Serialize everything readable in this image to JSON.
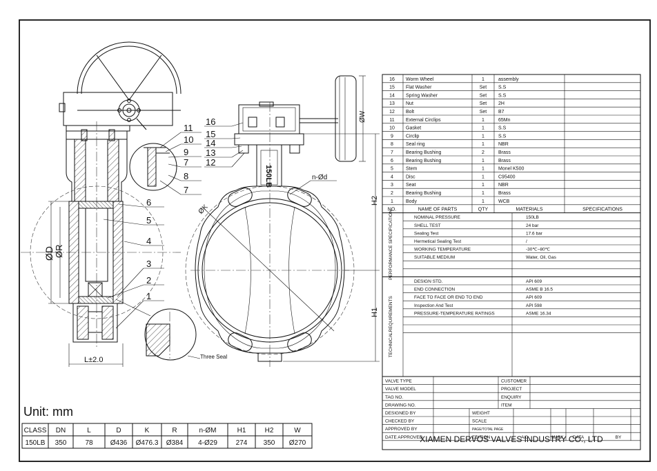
{
  "unit_label": "Unit: mm",
  "balloons": {
    "left": [
      "11",
      "10",
      "9",
      "7",
      "8",
      "7",
      "6",
      "5",
      "4",
      "3",
      "2",
      "1"
    ],
    "right": [
      "16",
      "15",
      "14",
      "13",
      "12"
    ]
  },
  "dims": {
    "d": "ØD",
    "r": "ØR",
    "l": "L±2.0",
    "k": "ØK",
    "nd": "n-Ød",
    "w": "ØW",
    "h1": "H1",
    "h2": "H2",
    "stem_mark": "150LB",
    "three_seal": "Three Seal"
  },
  "parts_header": [
    "NO.",
    "NAME OF PARTS",
    "QTY",
    "MATERIALS",
    "SPECIFICATIONS"
  ],
  "parts": [
    {
      "no": "16",
      "name": "Worm Wheel",
      "qty": "1",
      "mat": "assembly",
      "spec": ""
    },
    {
      "no": "15",
      "name": "Flat Washer",
      "qty": "Set",
      "mat": "S.S",
      "spec": ""
    },
    {
      "no": "14",
      "name": "Spring Washer",
      "qty": "Set",
      "mat": "S.S",
      "spec": ""
    },
    {
      "no": "13",
      "name": "Nut",
      "qty": "Set",
      "mat": "2H",
      "spec": ""
    },
    {
      "no": "12",
      "name": "Bolt",
      "qty": "Set",
      "mat": "B7",
      "spec": ""
    },
    {
      "no": "11",
      "name": "External Circlips",
      "qty": "1",
      "mat": "65Mn",
      "spec": ""
    },
    {
      "no": "10",
      "name": "Gasket",
      "qty": "1",
      "mat": "S.S",
      "spec": ""
    },
    {
      "no": "9",
      "name": "Circlip",
      "qty": "1",
      "mat": "S.S",
      "spec": ""
    },
    {
      "no": "8",
      "name": "Seal ring",
      "qty": "1",
      "mat": "NBR",
      "spec": ""
    },
    {
      "no": "7",
      "name": "Bearing Bushing",
      "qty": "2",
      "mat": "Brass",
      "spec": ""
    },
    {
      "no": "6",
      "name": "Bearing Bushing",
      "qty": "1",
      "mat": "Brass",
      "spec": ""
    },
    {
      "no": "5",
      "name": "Stem",
      "qty": "1",
      "mat": "Monel K500",
      "spec": ""
    },
    {
      "no": "4",
      "name": "Disc",
      "qty": "1",
      "mat": "C95400",
      "spec": ""
    },
    {
      "no": "3",
      "name": "Seat",
      "qty": "1",
      "mat": "NBR",
      "spec": ""
    },
    {
      "no": "2",
      "name": "Bearing Bushing",
      "qty": "1",
      "mat": "Brass",
      "spec": ""
    },
    {
      "no": "1",
      "name": "Body",
      "qty": "1",
      "mat": "WCB",
      "spec": ""
    }
  ],
  "performance_title": "PERFORMANCE SPECIFICATION",
  "performance": [
    {
      "k": "NOMINAL PRESSURE",
      "v": "150LB"
    },
    {
      "k": "SHELL TEST",
      "v": "24 bar"
    },
    {
      "k": "Sealing Test",
      "v": "17.6 bar"
    },
    {
      "k": "Hermetical Sealing Test",
      "v": "/"
    },
    {
      "k": "WORKING TEMPERATURE",
      "v": "-30℃~80℃"
    },
    {
      "k": "SUITABLE MEDIUM",
      "v": "Water, Oil, Gas"
    },
    {
      "k": "",
      "v": ""
    },
    {
      "k": "",
      "v": ""
    }
  ],
  "technical_title": "TECHNICALREQUIREMENTS",
  "technical": [
    {
      "k": "DESIGN STD.",
      "v": "API 609"
    },
    {
      "k": "END CONNECTION",
      "v": "ASME B 16.5"
    },
    {
      "k": "FACE TO FACE OR END TO END",
      "v": "API 609"
    },
    {
      "k": "Inspection And Test",
      "v": "API 598"
    },
    {
      "k": "PRESSURE-TEMPERATURE RATINGS",
      "v": "ASME 16.34"
    },
    {
      "k": "",
      "v": ""
    },
    {
      "k": "",
      "v": ""
    }
  ],
  "title_block": {
    "valve_type": "VALVE TYPE",
    "customer": "CUSTOMER",
    "valve_model": "VALVE MODEL",
    "project": "PROJECT",
    "tag_no": "TAG NO.",
    "enquiry": "ENQUIRY",
    "drawing_no": "DRAWING NO.",
    "item": "ITEM",
    "designed_by": "DESIGNED BY",
    "weight": "WEIGHT",
    "checked_by": "CHECKED BY",
    "scale": "SCALE",
    "approved_by": "APPROVED BY",
    "page": "PAGE/TOTAL PAGE",
    "date_approved": "DATE APPROVED",
    "edition": "EDITION",
    "a0": "A/0",
    "mark": "MARK",
    "data": "DATA",
    "by": "BY",
    "company": "XIAMEN DERVOS VALVES INDUSTRY CO., LTD"
  },
  "dim_table": {
    "headers": [
      "CLASS",
      "DN",
      "L",
      "D",
      "K",
      "R",
      "n-ØM",
      "H1",
      "H2",
      "W"
    ],
    "row": [
      "150LB",
      "350",
      "78",
      "Ø436",
      "Ø476.3",
      "Ø384",
      "4-Ø29",
      "274",
      "350",
      "Ø270"
    ]
  }
}
